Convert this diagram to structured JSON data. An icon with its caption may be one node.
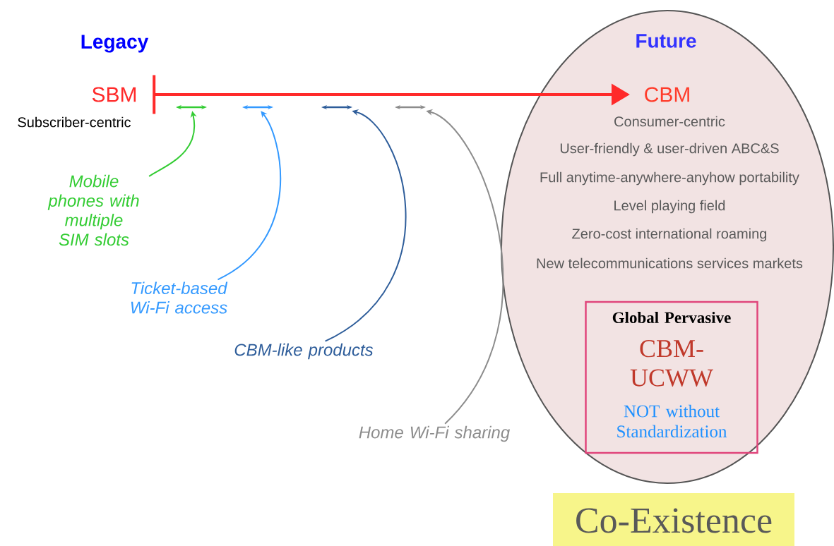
{
  "diagram": {
    "nodes": [
      {
        "text": [
          "Legacy",
          "SBM",
          "Subscriber-centric"
        ]
      },
      {
        "text": [
          "Future",
          "Consumer-centric",
          "User-friendly & user-driven ABC&S",
          "Full anytime-anywhere-anyhow portability",
          "Level playing field",
          "Zero-cost international roaming",
          "New telecommunications services markets"
        ]
      },
      {
        "text": [
          "CBM"
        ],
        "in": 1
      },
      {
        "text": [
          "Global Pervasive",
          "CBM- UCWW",
          "NOT without Standardization"
        ],
        "in": 1
      },
      {
        "text": [],
        "shape": "double-arrow"
      },
      {
        "text": [],
        "shape": "double-arrow"
      },
      {
        "text": [],
        "shape": "double-arrow"
      },
      {
        "text": [],
        "shape": "double-arrow"
      },
      {
        "text": [
          "Mobile phones with multiple SIM slots"
        ]
      },
      {
        "text": [
          "Ticket-based Wi-Fi access"
        ]
      },
      {
        "text": [
          "CBM-like products"
        ]
      },
      {
        "text": [
          "Home Wi-Fi sharing"
        ]
      },
      {
        "text": [
          "Co-Existence"
        ]
      }
    ],
    "edges": [
      {
        "from": 0,
        "to": 2,
        "arrow": "to",
        "style": "thick",
        "color": "#ff2a2a"
      },
      {
        "from": 8,
        "to": 4,
        "arrow": "to",
        "color": "#33cc33"
      },
      {
        "from": 9,
        "to": 5,
        "arrow": "to",
        "color": "#3399ff"
      },
      {
        "from": 10,
        "to": 6,
        "arrow": "to",
        "color": "#2e5d9a"
      },
      {
        "from": 11,
        "to": 7,
        "arrow": "to",
        "color": "#8c8c8c"
      }
    ]
  }
}
